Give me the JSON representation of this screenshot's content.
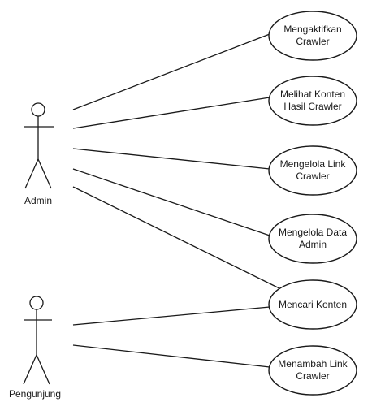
{
  "actors": [
    {
      "id": "admin",
      "label": "Admin"
    },
    {
      "id": "pengunjung",
      "label": "Pengunjung"
    }
  ],
  "use_cases": [
    {
      "id": "uc1",
      "label": "Mengaktifkan\nCrawler"
    },
    {
      "id": "uc2",
      "label": "Melihat Konten\nHasil Crawler"
    },
    {
      "id": "uc3",
      "label": "Mengelola Link\nCrawler"
    },
    {
      "id": "uc4",
      "label": "Mengelola Data\nAdmin"
    },
    {
      "id": "uc5",
      "label": "Mencari Konten"
    },
    {
      "id": "uc6",
      "label": "Menambah Link\nCrawler"
    }
  ],
  "associations": [
    {
      "from": "admin",
      "to": "uc1"
    },
    {
      "from": "admin",
      "to": "uc2"
    },
    {
      "from": "admin",
      "to": "uc3"
    },
    {
      "from": "admin",
      "to": "uc4"
    },
    {
      "from": "admin",
      "to": "uc5"
    },
    {
      "from": "pengunjung",
      "to": "uc5"
    },
    {
      "from": "pengunjung",
      "to": "uc6"
    }
  ]
}
